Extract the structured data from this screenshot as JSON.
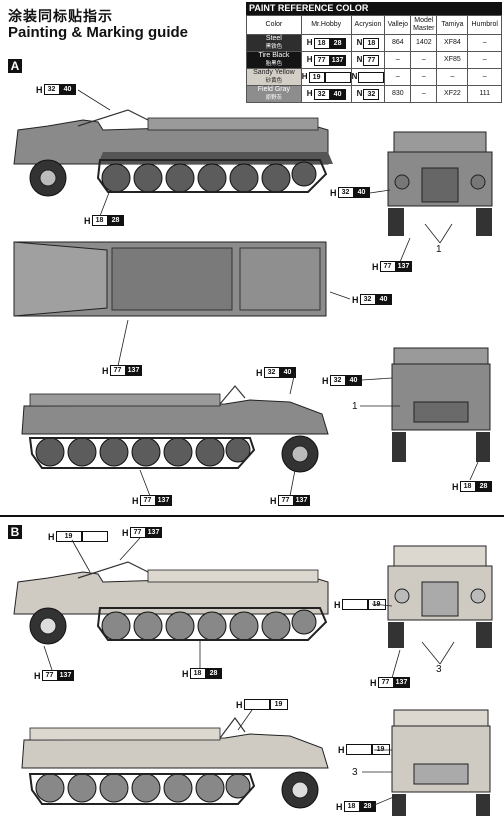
{
  "title_cn": "涂装同标贴指示",
  "title_en": "Painting & Marking guide",
  "paint_table": {
    "title": "PAINT REFERENCE COLOR",
    "headers": [
      "Color",
      "Mr.Hobby",
      "Acrysion",
      "Vallejo",
      "Model Master",
      "Tamiya",
      "Humbrol"
    ],
    "rows": [
      {
        "name": "Steel",
        "name_cn": "黑铁色",
        "h": "H",
        "h_num": "28",
        "n": "N",
        "n_num": "18",
        "vallejo": "864",
        "model_master": "1402",
        "tamiya": "XF84",
        "humbrol": "–",
        "swatch": "#2e2e2e"
      },
      {
        "name": "Tire Black",
        "name_cn": "胎黑色",
        "h": "H",
        "h_num": "137",
        "h_box": "77",
        "n": "N",
        "n_num": "77",
        "vallejo": "–",
        "model_master": "–",
        "tamiya": "XF85",
        "humbrol": "–",
        "swatch": "#141414"
      },
      {
        "name": "Sandy Yellow",
        "name_cn": "砂黄色",
        "h": "H",
        "h_num": "",
        "h_box": "19",
        "n": "N",
        "n_num": "",
        "vallejo": "–",
        "model_master": "–",
        "tamiya": "–",
        "humbrol": "–",
        "swatch": "#d3cec6"
      },
      {
        "name": "Field Gray",
        "name_cn": "原野灰",
        "h": "H",
        "h_num": "40",
        "h_box": "32",
        "n": "N",
        "n_num": "32",
        "vallejo": "830",
        "model_master": "–",
        "tamiya": "XF22",
        "humbrol": "111",
        "swatch": "#8d8d8d"
      }
    ]
  },
  "sections": {
    "a": "A",
    "b": "B"
  },
  "callouts": {
    "h": "H",
    "c32": "32",
    "c40": "40",
    "c18": "18",
    "c28": "28",
    "c77": "77",
    "c137": "137",
    "c19": "19",
    "one": "1",
    "three": "3"
  },
  "colors": {
    "steel": "#2e2e2e",
    "tire_black": "#141414",
    "sandy_yellow": "#d3cec6",
    "field_gray": "#8d8d8d",
    "gray_vehicle": "#8a8a8a",
    "sand_vehicle": "#cfcbc3"
  }
}
